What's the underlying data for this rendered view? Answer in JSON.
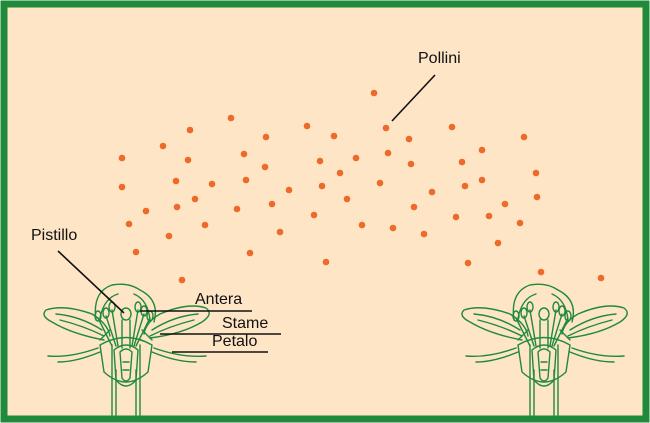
{
  "colors": {
    "background": "#fde5c6",
    "border": "#1f8a3a",
    "plant_stroke": "#1f8a3a",
    "pollen": "#ee6a2a",
    "text": "#111111"
  },
  "labels": {
    "pollini": "Pollini",
    "pistillo": "Pistillo",
    "antera": "Antera",
    "stame": "Stame",
    "petalo": "Petalo"
  }
}
